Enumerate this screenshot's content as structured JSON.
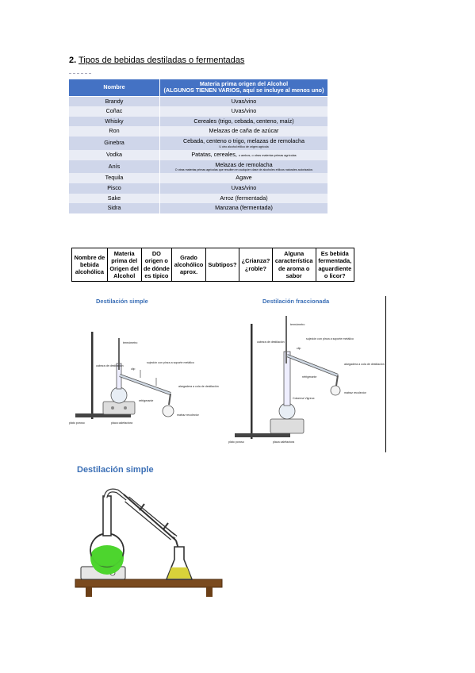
{
  "heading": {
    "number": "2.",
    "title": "Tipos de bebidas destiladas o fermentadas"
  },
  "table1": {
    "headers": [
      "Nombre",
      "Materia prima origen del Alcohol",
      "(ALGUNOS TIENEN VARIOS, aquí se incluye al menos uno)"
    ],
    "rows": [
      {
        "name": "Brandy",
        "material": "Uvas/vino",
        "note": ""
      },
      {
        "name": "Coñac",
        "material": "Uvas/vino",
        "note": ""
      },
      {
        "name": "Whisky",
        "material": "Cereales (trigo, cebada, centeno, maíz)",
        "note": ""
      },
      {
        "name": "Ron",
        "material": "Melazas de caña de azúcar",
        "note": ""
      },
      {
        "name": "Ginebra",
        "material": "Cebada, centeno o trigo, melazas de remolacha",
        "note": "U otro alcohol etílico de origen agrícola"
      },
      {
        "name": "Vodka",
        "material": "Patatas, cereales,",
        "note": "o ambos, o otras materias primas agrícolas"
      },
      {
        "name": "Anís",
        "material": "Melazas de remolacha",
        "note": "O otras materias primas agrícolas que resulten en cualquier clase de alcoholes etílicos naturales autorizados"
      },
      {
        "name": "Tequila",
        "material": "Agave",
        "note": ""
      },
      {
        "name": "Pisco",
        "material": "Uvas/vino",
        "note": ""
      },
      {
        "name": "Sake",
        "material": "Arroz (fermentada)",
        "note": ""
      },
      {
        "name": "Sidra",
        "material": "Manzana (fermentada)",
        "note": ""
      }
    ]
  },
  "table2": {
    "headers": [
      [
        "Nombre de",
        "bebida",
        "alcohólica"
      ],
      [
        "Materia",
        "prima del",
        "Origen del",
        "Alcohol"
      ],
      [
        "DO",
        "origen o",
        "de dónde",
        "es típico"
      ],
      [
        "Grado",
        "alcohólico",
        "aprox."
      ],
      [
        "Subtipos?"
      ],
      [
        "¿Crianza?",
        "¿roble?"
      ],
      [
        "Alguna",
        "característica",
        "de aroma o",
        "sabor"
      ],
      [
        "Es bebida",
        "fermentada,",
        "aguardiente",
        "o licor?"
      ]
    ]
  },
  "diagram_simple": {
    "title": "Destilación simple",
    "labels": {
      "termometro": "termómetro",
      "cabeza": "cabeza de destilación",
      "clip": "clip",
      "sujecion": "sujeción con pinza a soporte metálico",
      "alargadera": "alargadera a cola de destilación",
      "refrigerante": "refrigerante",
      "matraz": "matraz recolector",
      "plato": "plato poroso",
      "placa": "placa calefactora"
    }
  },
  "diagram_fraccionada": {
    "title": "Destilación fraccionada",
    "labels": {
      "termometro": "termómetro",
      "cabeza": "cabeza de destilación",
      "clip": "clip",
      "sujecion": "sujeción con pinza a soporte metálico",
      "alargadera": "alargadera a cola de destilación",
      "refrigerante": "refrigerante",
      "columna": "Columna Vigreux",
      "matraz": "matraz recolector",
      "plato": "plato poroso",
      "placa": "placa calefactora"
    }
  },
  "illustration": {
    "title": "Destilación simple"
  },
  "colors": {
    "header_blue": "#4472c4",
    "row_odd": "#cfd6ea",
    "row_even": "#e9ecf5",
    "title_blue": "#3b6fb6",
    "liquid_green": "#4dd52e",
    "liquid_yellow": "#d8d23a"
  }
}
